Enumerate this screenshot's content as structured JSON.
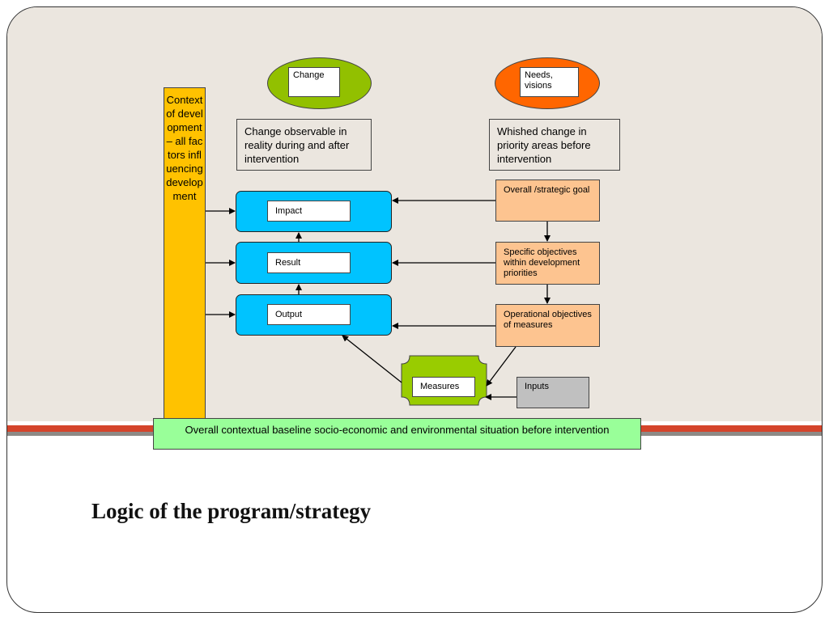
{
  "slide": {
    "title": "Logic of the program/strategy"
  },
  "diagram": {
    "context_box": "Context of development– all factors influencing development",
    "change_oval": "Change",
    "needs_oval": "Needs, visions",
    "change_description": "Change observable in reality during and after intervention",
    "needs_description": "Whished change in priority areas before intervention",
    "impact": "Impact",
    "result": "Result",
    "output": "Output",
    "overall_goal": "Overall /strategic goal",
    "specific_objectives": "Specific objectives within development priorities",
    "operational_objectives": "Operational objectives of measures",
    "measures": "Measures",
    "inputs": "Inputs",
    "baseline": "Overall contextual baseline socio-economic  and environmental situation before intervention"
  },
  "colors": {
    "change_oval": "#92c000",
    "needs_oval": "#ff6600",
    "context": "#ffc200",
    "logic_boxes": "#00c3ff",
    "objectives": "#fdc490",
    "measures": "#99cc00",
    "inputs": "#c0c0c0",
    "baseline": "#99ff99",
    "stripe": "#d4442a"
  }
}
